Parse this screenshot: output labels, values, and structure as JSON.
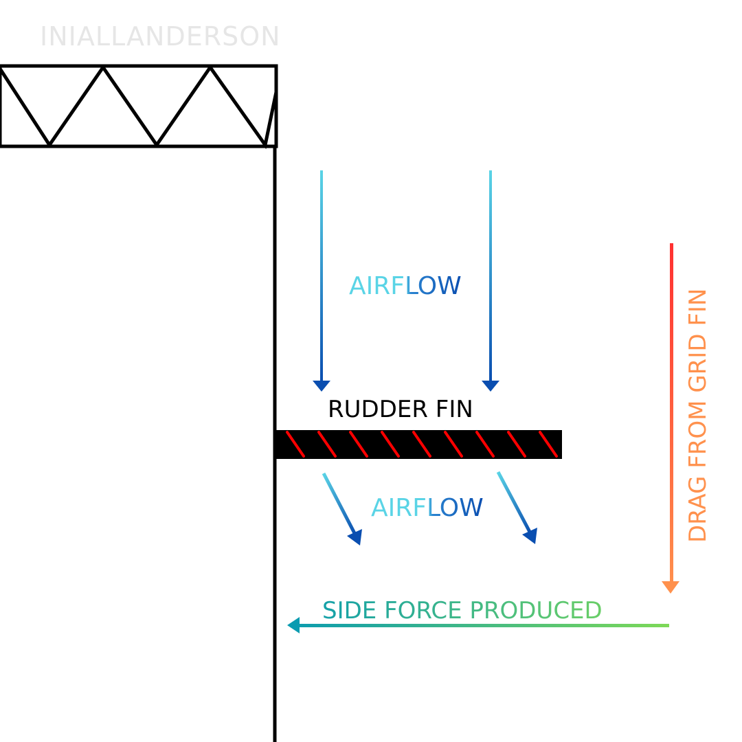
{
  "watermark": "INIALLANDERSON",
  "labels": {
    "rudder_fin": "RUDDER FIN",
    "airflow_top": "AIRFLOW",
    "airflow_bottom": "AIRFLOW",
    "side_force": "SIDE FORCE PRODUCED",
    "drag": "DRAG FROM GRID FIN"
  },
  "colors": {
    "structure": "#000000",
    "fin_hatch": "#ff0000",
    "watermark": "#e6e6e6",
    "airflow_light": "#5ad4e6",
    "airflow_dark": "#0a4eb0",
    "side_force_start": "#0a9bb0",
    "side_force_end": "#7ed957",
    "drag_start": "#ff3131",
    "drag_end": "#ff914d"
  }
}
